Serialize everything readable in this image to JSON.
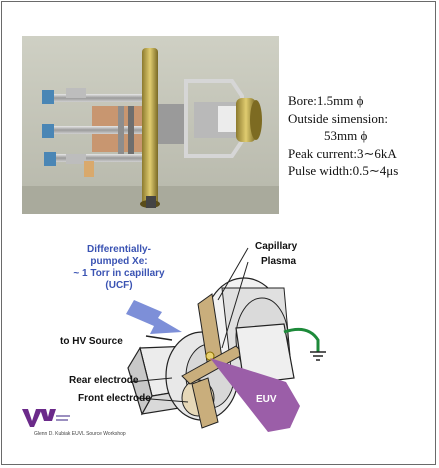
{
  "specs": {
    "bore": "Bore:1.5mm ϕ",
    "outside": "Outside simension:",
    "outside_value": "53mm ϕ",
    "peak": "Peak current:3∼6kA",
    "pulse": "Pulse width:0.5∼4μs"
  },
  "diagram": {
    "gas_line1": "Differentially-",
    "gas_line2": "pumped Xe:",
    "gas_line3": "~ 1 Torr in capillary",
    "gas_line4": "(UCF)",
    "capillary": "Capillary",
    "plasma": "Plasma",
    "hv_source": "to HV Source",
    "rear_electrode": "Rear electrode",
    "front_electrode": "Front electrode",
    "euv": "EUV"
  },
  "credit": "Glenn D. Kubiak  EUVL Source Workshop",
  "colors": {
    "gas_text": "#3a53b3",
    "gas_arrow": "#7d8fd8",
    "euv_beam": "#9b5ea8",
    "insulator": "#c9ae7c",
    "ground_wire": "#1d8a3a"
  }
}
